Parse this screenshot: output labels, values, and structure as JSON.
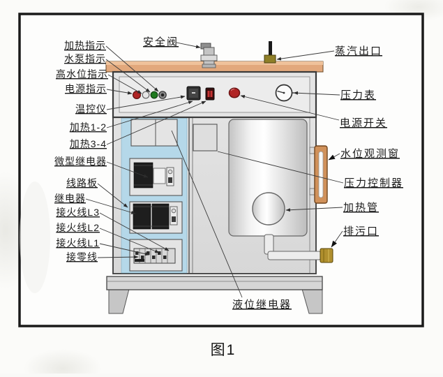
{
  "figure": {
    "caption": "图1",
    "type": "steam-generator-structure-diagram"
  },
  "labels": {
    "heating_indicator": "加热指示",
    "water_pump_indicator": "水泵指示",
    "high_water_level_indicator": "高水位指示",
    "power_indicator": "电源指示",
    "temperature_controller": "温控仪",
    "heating_1_2": "加热1-2",
    "heating_3_4": "加热3-4",
    "micro_relay": "微型继电器",
    "circuit_board": "线路板",
    "relay": "继电器",
    "live_wire_l3": "接火线L3",
    "live_wire_l2": "接火线L2",
    "live_wire_l1": "接火线L1",
    "neutral_wire": "接零线",
    "safety_valve": "安全阀",
    "steam_outlet": "蒸汽出口",
    "pressure_gauge": "压力表",
    "power_switch": "电源开关",
    "water_level_window": "水位观测窗",
    "pressure_controller": "压力控制器",
    "heating_tube": "加热管",
    "drain_outlet": "排污口",
    "liquid_level_relay": "液位继电器"
  },
  "colors": {
    "lid_tan": "#e2a87c",
    "cabinet_gray": "#dedede",
    "bay_blue": "#b5d8e9",
    "window_orange": "#d0915a",
    "brass_fitting": "#b08f2e",
    "indicator_red": "#b02525",
    "indicator_green": "#1f7a1f",
    "button_red": "#b12525",
    "line_color": "#3a3a3a"
  }
}
